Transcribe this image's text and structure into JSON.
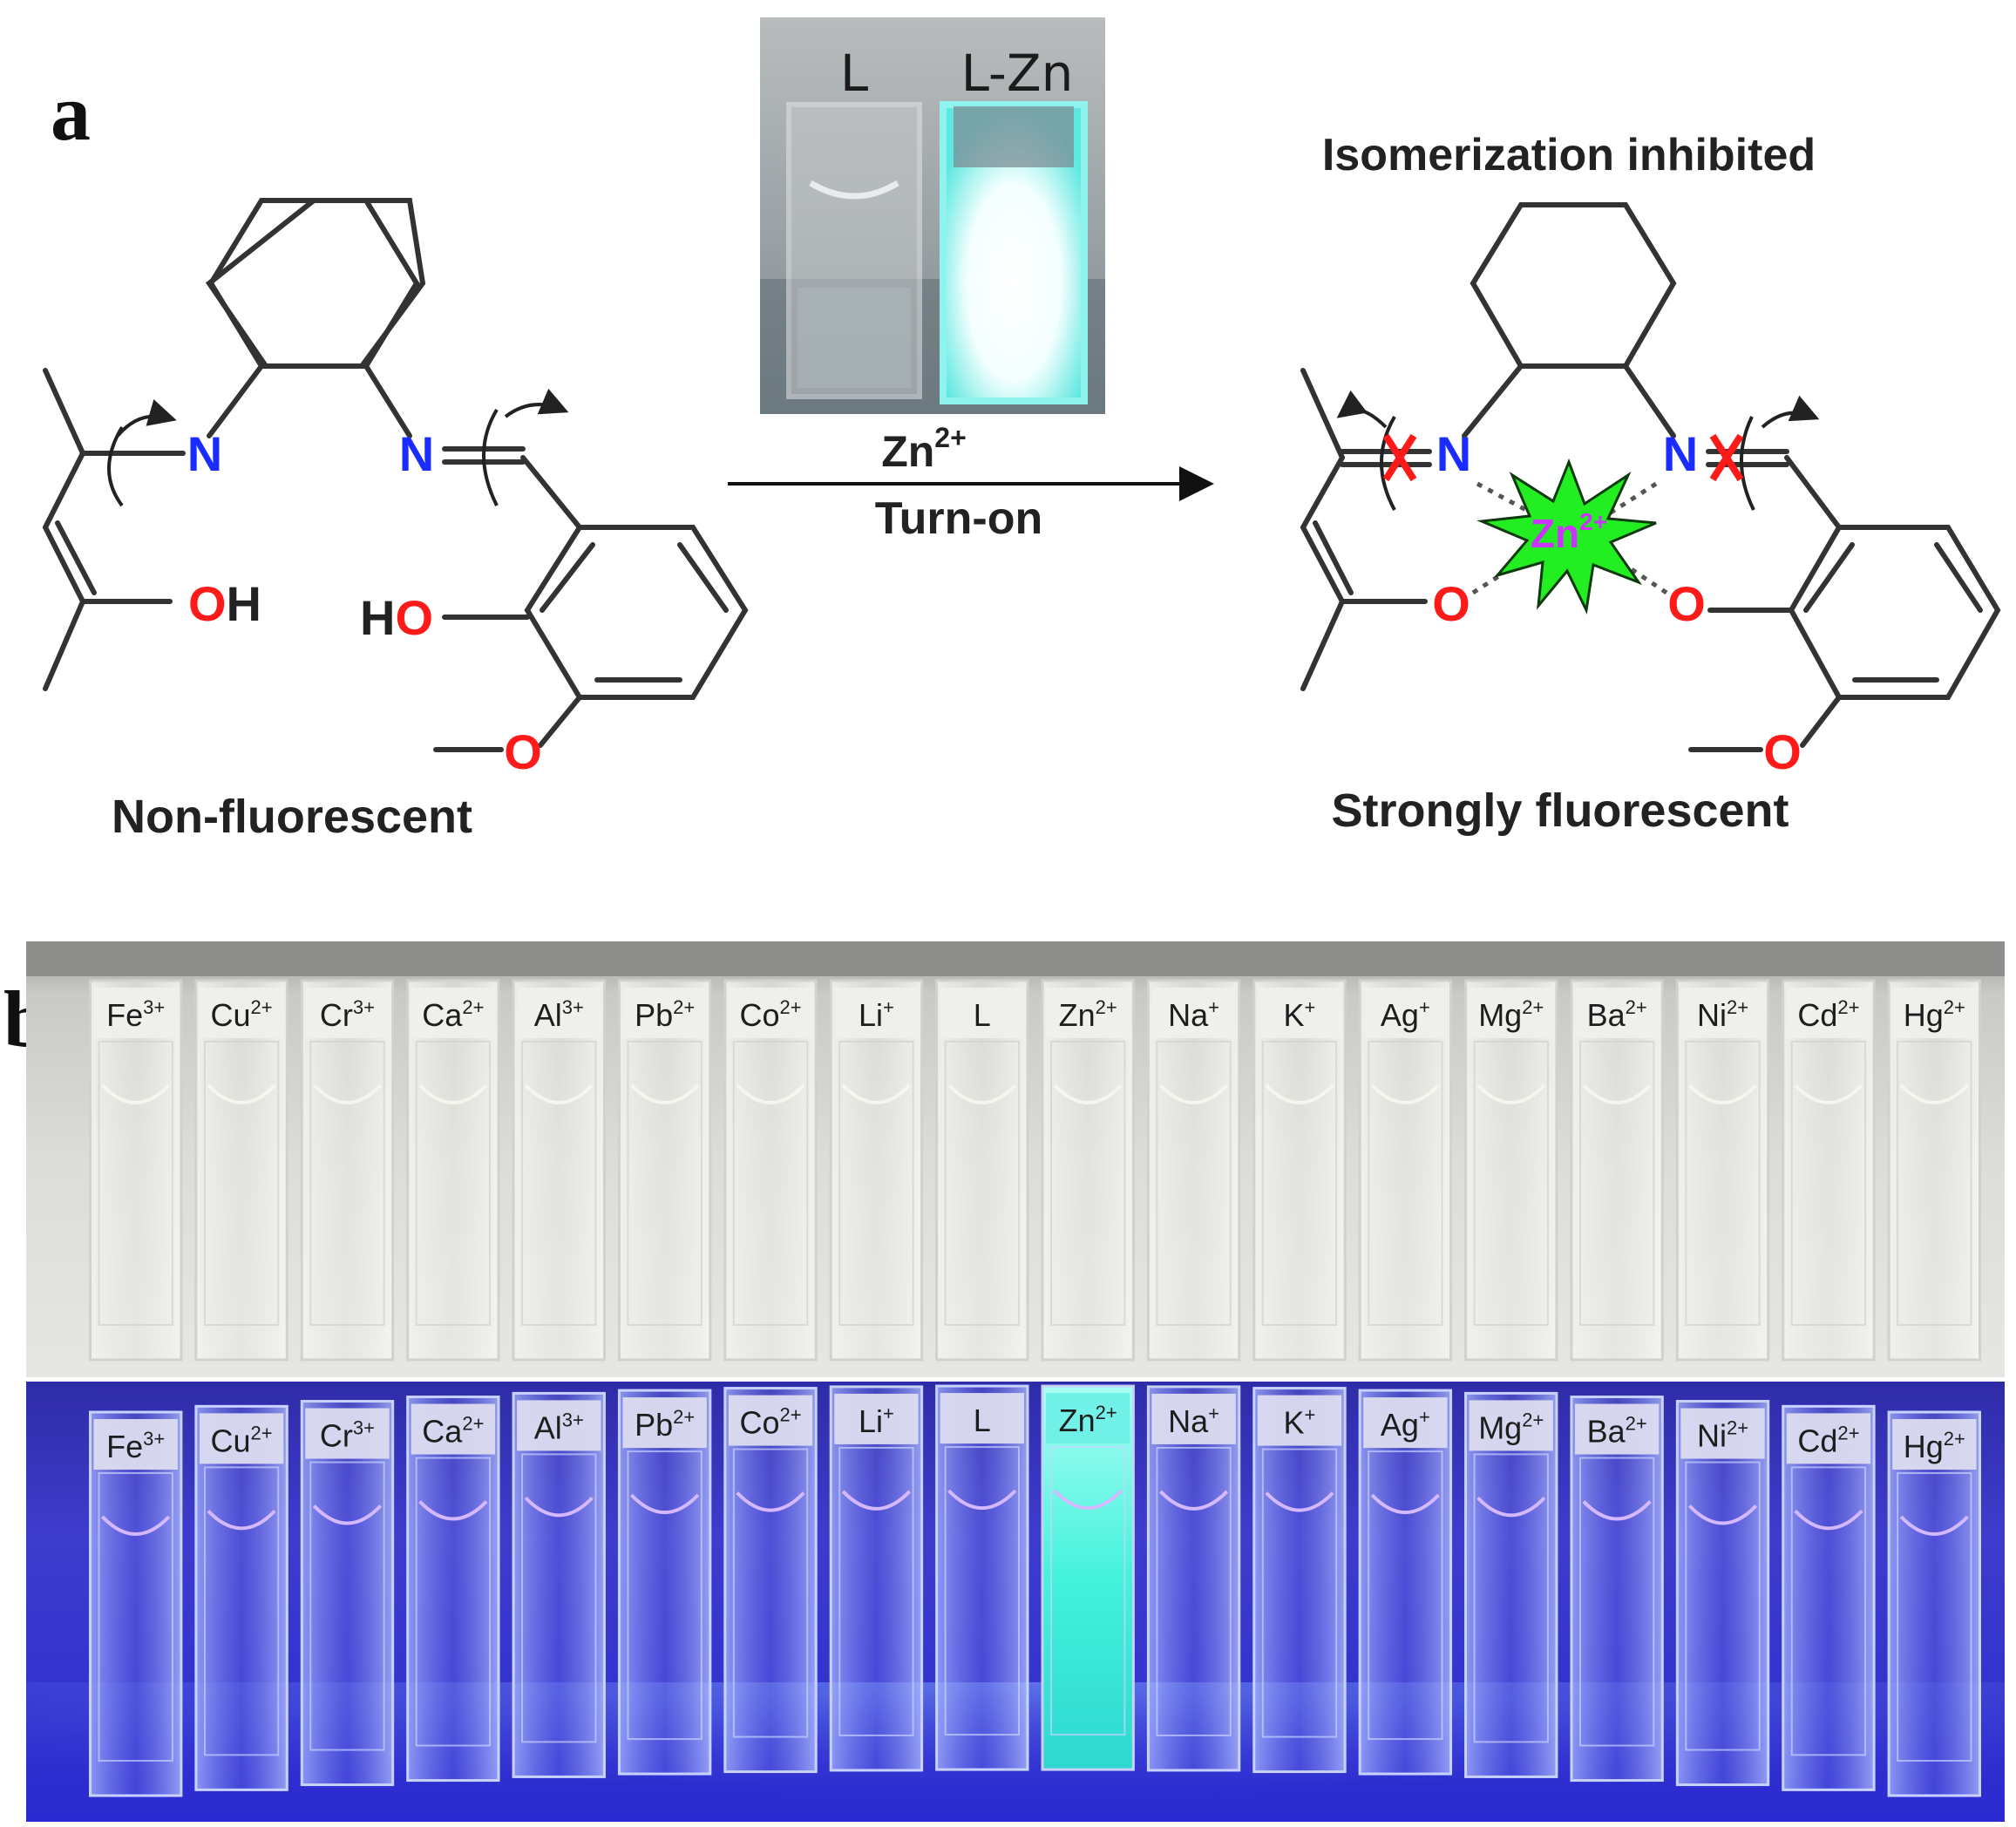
{
  "panel_a": {
    "letter": "a",
    "inset_labels": [
      "L",
      "L-Zn"
    ],
    "reagent": "Zn",
    "reagent_charge": "2+",
    "condition": "Turn-on",
    "left_caption": "Non-fluorescent",
    "right_top_caption": "Isomerization inhibited",
    "right_caption": "Strongly fluorescent",
    "atoms": {
      "N": "N",
      "O": "O",
      "OH": "OH",
      "HO": "HO",
      "H": "H"
    },
    "metal": "Zn",
    "metal_charge": "2+",
    "colors": {
      "nitrogen": "#1a2cff",
      "oxygen": "#ff1a1a",
      "star": "#22ee22",
      "metal_text": "#cc33ff",
      "block_mark": "#ff1a1a"
    }
  },
  "panel_b": {
    "letter": "b",
    "top_row": [
      {
        "base": "Fe",
        "sup": "3+"
      },
      {
        "base": "Cu",
        "sup": "2+"
      },
      {
        "base": "Cr",
        "sup": "3+"
      },
      {
        "base": "Ca",
        "sup": "2+"
      },
      {
        "base": "Al",
        "sup": "3+"
      },
      {
        "base": "Pb",
        "sup": "2+"
      },
      {
        "base": "Co",
        "sup": "2+"
      },
      {
        "base": "Li",
        "sup": "+"
      },
      {
        "base": "L",
        "sup": ""
      },
      {
        "base": "Zn",
        "sup": "2+"
      },
      {
        "base": "Na",
        "sup": "+"
      },
      {
        "base": "K",
        "sup": "+"
      },
      {
        "base": "Ag",
        "sup": "+"
      },
      {
        "base": "Mg",
        "sup": "2+"
      },
      {
        "base": "Ba",
        "sup": "2+"
      },
      {
        "base": "Ni",
        "sup": "2+"
      },
      {
        "base": "Cd",
        "sup": "2+"
      },
      {
        "base": "Hg",
        "sup": "2+"
      }
    ],
    "bottom_row": [
      {
        "base": "Fe",
        "sup": "3+"
      },
      {
        "base": "Cu",
        "sup": "2+"
      },
      {
        "base": "Cr",
        "sup": "3+"
      },
      {
        "base": "Ca",
        "sup": "2+"
      },
      {
        "base": "Al",
        "sup": "3+"
      },
      {
        "base": "Pb",
        "sup": "2+"
      },
      {
        "base": "Co",
        "sup": "2+"
      },
      {
        "base": "Li",
        "sup": "+"
      },
      {
        "base": "L",
        "sup": ""
      },
      {
        "base": "Zn",
        "sup": "2+"
      },
      {
        "base": "Na",
        "sup": "+"
      },
      {
        "base": "K",
        "sup": "+"
      },
      {
        "base": "Ag",
        "sup": "+"
      },
      {
        "base": "Mg",
        "sup": "2+"
      },
      {
        "base": "Ba",
        "sup": "2+"
      },
      {
        "base": "Ni",
        "sup": "2+"
      },
      {
        "base": "Cd",
        "sup": "2+"
      },
      {
        "base": "Hg",
        "sup": "2+"
      }
    ],
    "highlight_index": 9,
    "colors": {
      "glow": "#3ff5e0",
      "uv_background": "#3b38d8",
      "daylight_background": "#d9d9d4"
    }
  }
}
